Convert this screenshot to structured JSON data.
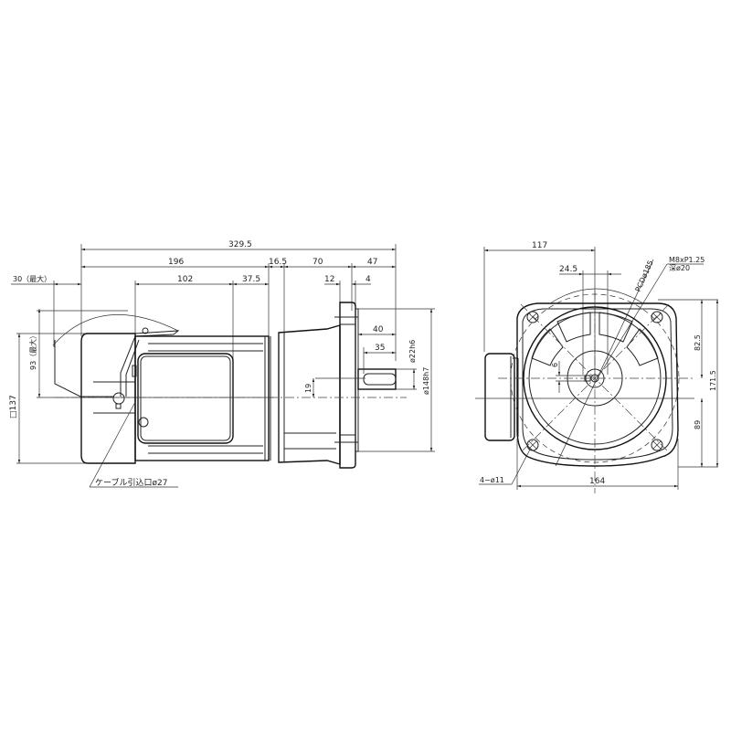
{
  "drawing": {
    "title": "Geared motor outline dimension drawing",
    "side_view": {
      "dimensions": {
        "overall_length": "329.5",
        "motor_length": "196",
        "d_16_5": "16.5",
        "d_70": "70",
        "d_47": "47",
        "cable_max": "30（最大）",
        "d_102": "102",
        "d_37_5": "37.5",
        "d_12": "12",
        "d_4": "4",
        "shaft_40": "40",
        "shaft_35": "35",
        "shaft_dia": "ø22h6",
        "spigot_dia": "ø148h7",
        "offset_19": "19",
        "height_93_max": "93（最大）",
        "square_137": "□137"
      },
      "callouts": {
        "cable_inlet": "ケーブル引込口ø27"
      }
    },
    "front_view": {
      "dimensions": {
        "d_117": "117",
        "d_24_5": "24.5",
        "pcd": "PCDø185",
        "tap_size": "M8xP1.25",
        "tap_depth": "深ø20",
        "d_82_5": "82.5",
        "d_171_5": "171.5",
        "d_89": "89",
        "key_6": "6",
        "width_164": "164",
        "holes": "4−ø11"
      }
    }
  }
}
